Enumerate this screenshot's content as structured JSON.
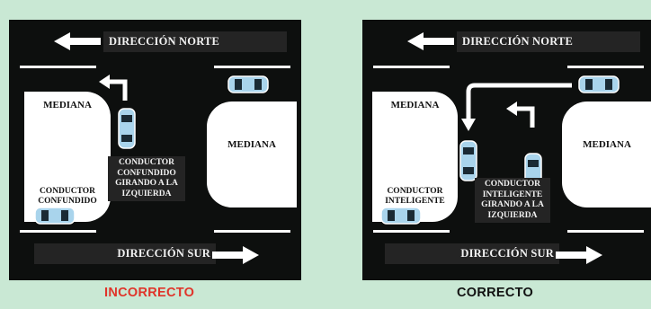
{
  "colors": {
    "background": "#c9e8d4",
    "road": "#0d0f0e",
    "car_body": "#a9d4ec",
    "wrong": "#e0342a",
    "right": "#111111"
  },
  "left": {
    "north_label": "DIRECCIÓN NORTE",
    "south_label": "DIRECCIÓN SUR",
    "median_left": "MEDIANA",
    "median_right": "MEDIANA",
    "driver_text": "CONDUCTOR CONFUNDIDO",
    "turning_text": "CONDUCTOR CONFUNDIDO GIRANDO A LA IZQUIERDA",
    "verdict": "INCORRECTO"
  },
  "right": {
    "north_label": "DIRECCIÓN NORTE",
    "south_label": "DIRECCIÓN SUR",
    "median_left": "MEDIANA",
    "median_right": "MEDIANA",
    "driver_text": "CONDUCTOR INTELIGENTE",
    "turning_text": "CONDUCTOR INTELIGENTE GIRANDO A LA IZQUIERDA",
    "verdict": "CORRECTO"
  }
}
